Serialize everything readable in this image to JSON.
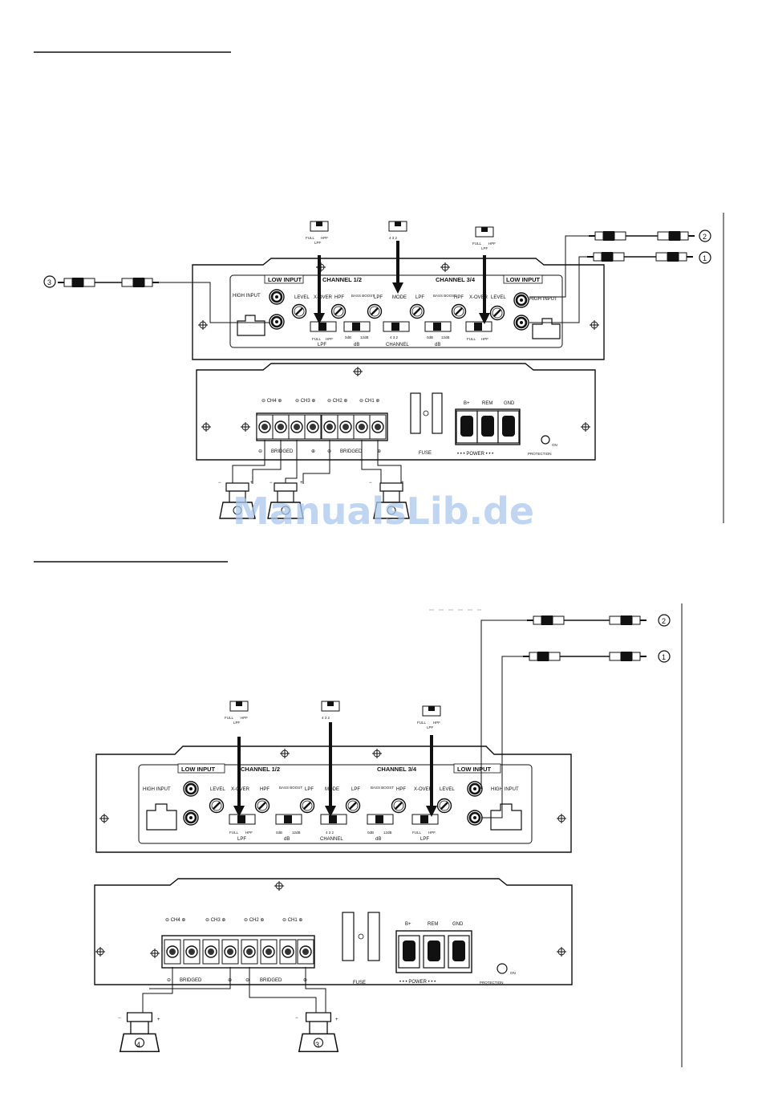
{
  "watermark": "ManualsLib.de",
  "diagram_a": {
    "front_panel": {
      "low_input": "LOW INPUT",
      "channel_12": "CHANNEL 1/2",
      "channel_34": "CHANNEL 3/4",
      "high_input": "HIGH INPUT",
      "level": "LEVEL",
      "x_over": "X-OVER",
      "hpf": "HPF",
      "bass_boost": "BASS BOOST",
      "lpf": "LPF",
      "mode": "MODE",
      "full": "FULL",
      "lpf_sw": "LPF",
      "hpf_sw": "HPF",
      "db_0": "0dB",
      "db_12": "12dB",
      "db_unit": "dB",
      "channel_sw": "CHANNEL",
      "mode_positions": "4  3  2"
    },
    "rear_panel": {
      "ch4": "CH4",
      "ch3": "CH3",
      "ch2": "CH2",
      "ch1": "CH1",
      "bridged": "BRIDGED",
      "fuse": "FUSE",
      "b_plus": "B+",
      "rem": "REM",
      "gnd": "GND",
      "power": "POWER",
      "protection": "PROTECTION",
      "on": "ON"
    },
    "callouts": [
      "2",
      "1",
      "3"
    ]
  },
  "diagram_b": {
    "callouts": [
      "2",
      "1",
      "4",
      "3"
    ]
  }
}
